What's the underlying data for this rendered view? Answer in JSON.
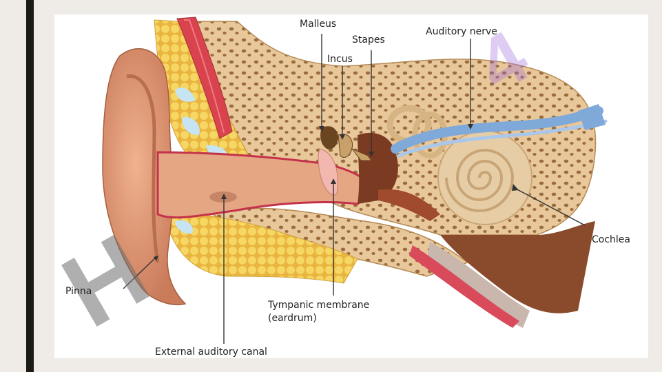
{
  "labels": {
    "malleus": "Malleus",
    "stapes": "Stapes",
    "incus": "Incus",
    "auditory_nerve": "Auditory nerve",
    "cochlea": "Cochlea",
    "pinna": "Pinna",
    "tympanic_line1": "Tympanic membrane",
    "tympanic_line2": "(eardrum)",
    "external_canal": "External auditory canal"
  },
  "watermark": {
    "main": "H",
    "secondary": "4"
  },
  "colors": {
    "bone": "#e8c79a",
    "bone_pores": "#9a6b3c",
    "skin": "#e6a07d",
    "skin_dark": "#c77a58",
    "fat": "#f3cf55",
    "muscle": "#d9434e",
    "canal_line": "#c4324a",
    "nerve": "#7fa9d8",
    "cochlea": "#e7cda5",
    "drum": "#f2b8b0",
    "slide_bg": "#efebe7",
    "left_bar": "#1b1c14"
  }
}
